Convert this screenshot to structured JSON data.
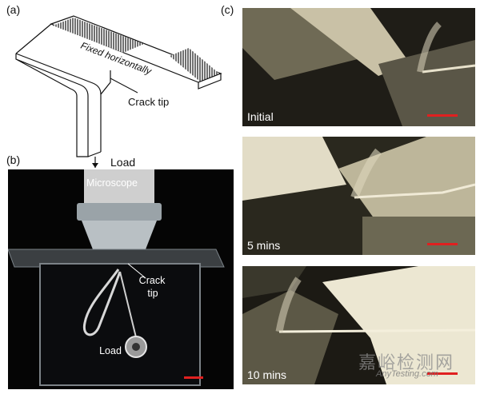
{
  "panel_labels": {
    "a": "(a)",
    "b": "(b)",
    "c": "(c)"
  },
  "schematic": {
    "fixed_label": "Fixed horizontally",
    "crack_tip_label": "Crack tip",
    "load_label": "Load"
  },
  "setup_photo": {
    "microscope_label": "Microscope",
    "crack_label_line1": "Crack",
    "crack_label_line2": "tip",
    "load_label": "Load"
  },
  "time_series": [
    {
      "caption": "Initial"
    },
    {
      "caption": "5 mins"
    },
    {
      "caption": "10 mins"
    }
  ],
  "watermark": {
    "cn": "嘉峪检测网",
    "en": "AnyTesting.com"
  },
  "colors": {
    "scale_bar": "#e02020",
    "photo_bg": "#1a1812"
  }
}
